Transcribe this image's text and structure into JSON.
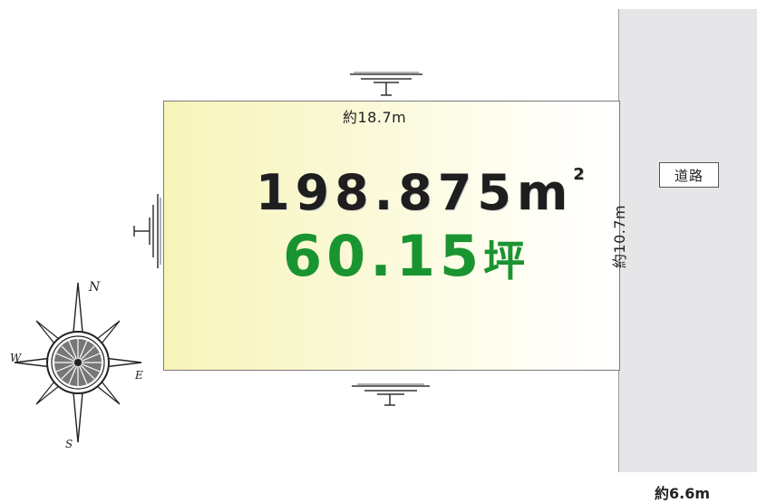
{
  "plot": {
    "area_m2": "198.875",
    "area_m2_unit": "m",
    "area_m2_sup": "2",
    "area_tsubo": "60.15",
    "area_tsubo_unit": "坪"
  },
  "dimensions": {
    "top": "約18.7m",
    "right": "約10.7m",
    "road_width": "約6.6m"
  },
  "road": {
    "label": "道路"
  },
  "compass": {
    "north": "N",
    "south": "S",
    "east": "E",
    "west": "W"
  },
  "colors": {
    "lot_fill_left": "#f7f4b9",
    "tsubo_text": "#1a9430",
    "road_fill": "#e6e6e8"
  }
}
